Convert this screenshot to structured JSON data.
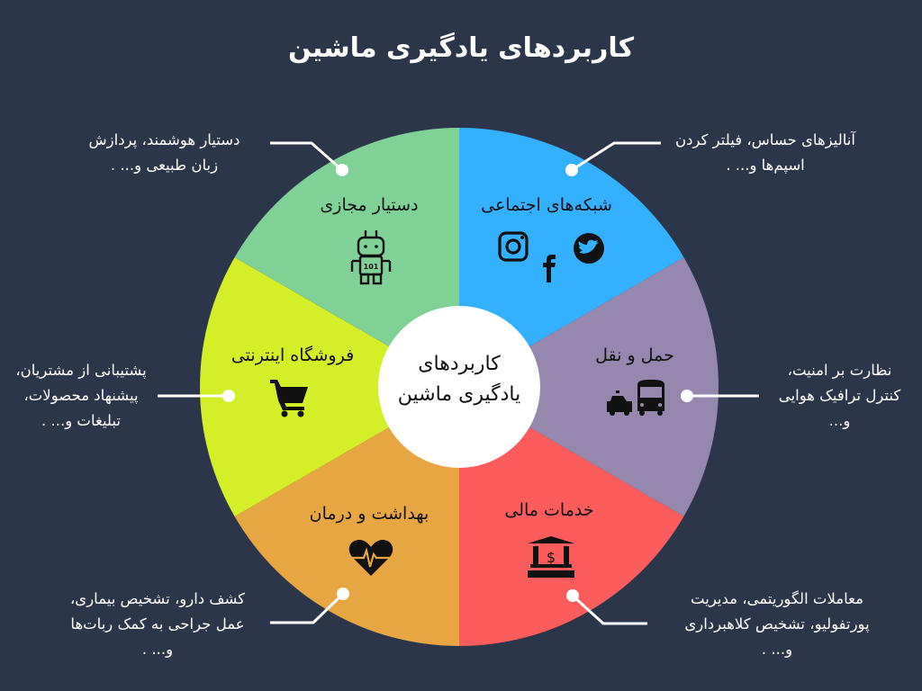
{
  "title": "کاربردهای یادگیری ماشین",
  "center": {
    "line1": "کاربردهای",
    "line2": "یادگیری ماشین"
  },
  "colors": {
    "background": "#2c364a",
    "social": "#33b0ff",
    "assistant": "#7fd196",
    "shop": "#d4ee27",
    "transport": "#9587ad",
    "health": "#e8a643",
    "finance": "#fd5c5c",
    "center": "#ffffff",
    "connector": "#ffffff"
  },
  "segments": [
    {
      "id": "social",
      "label": "شبکه‌های اجتماعی",
      "icons": [
        "twitter-icon",
        "instagram-icon",
        "facebook-icon"
      ],
      "note": [
        "آنالیزهای حساس، فیلتر کردن",
        "اسپم‌ها و... ."
      ]
    },
    {
      "id": "assistant",
      "label": "دستیار مجازی",
      "icons": [
        "robot-icon"
      ],
      "note": [
        "دستیار هوشمند، پردازش",
        "زبان طبیعی و... ."
      ]
    },
    {
      "id": "shop",
      "label": "فروشگاه اینترنتی",
      "icons": [
        "shopping-cart-icon"
      ],
      "note": [
        "پشتیبانی از مشتریان،",
        "پیشنهاد محصولات،",
        "تبلیغات و... ."
      ]
    },
    {
      "id": "transport",
      "label": "حمل و نقل",
      "icons": [
        "taxi-icon",
        "bus-icon"
      ],
      "note": [
        "نظارت بر امنیت،",
        "کنترل ترافیک هوایی",
        "و..."
      ]
    },
    {
      "id": "health",
      "label": "بهداشت و درمان",
      "icons": [
        "heartbeat-icon"
      ],
      "note": [
        "کشف دارو، تشخیص بیماری،",
        "عمل جراحی به کمک ربات‌ها",
        "و... ."
      ]
    },
    {
      "id": "finance",
      "label": "خدمات مالی",
      "icons": [
        "bank-dollar-icon"
      ],
      "note": [
        "معاملات الگوریتمی، مدیریت",
        "پورتفولیو، تشخیص کلاهبرداری",
        "و... ."
      ]
    }
  ]
}
